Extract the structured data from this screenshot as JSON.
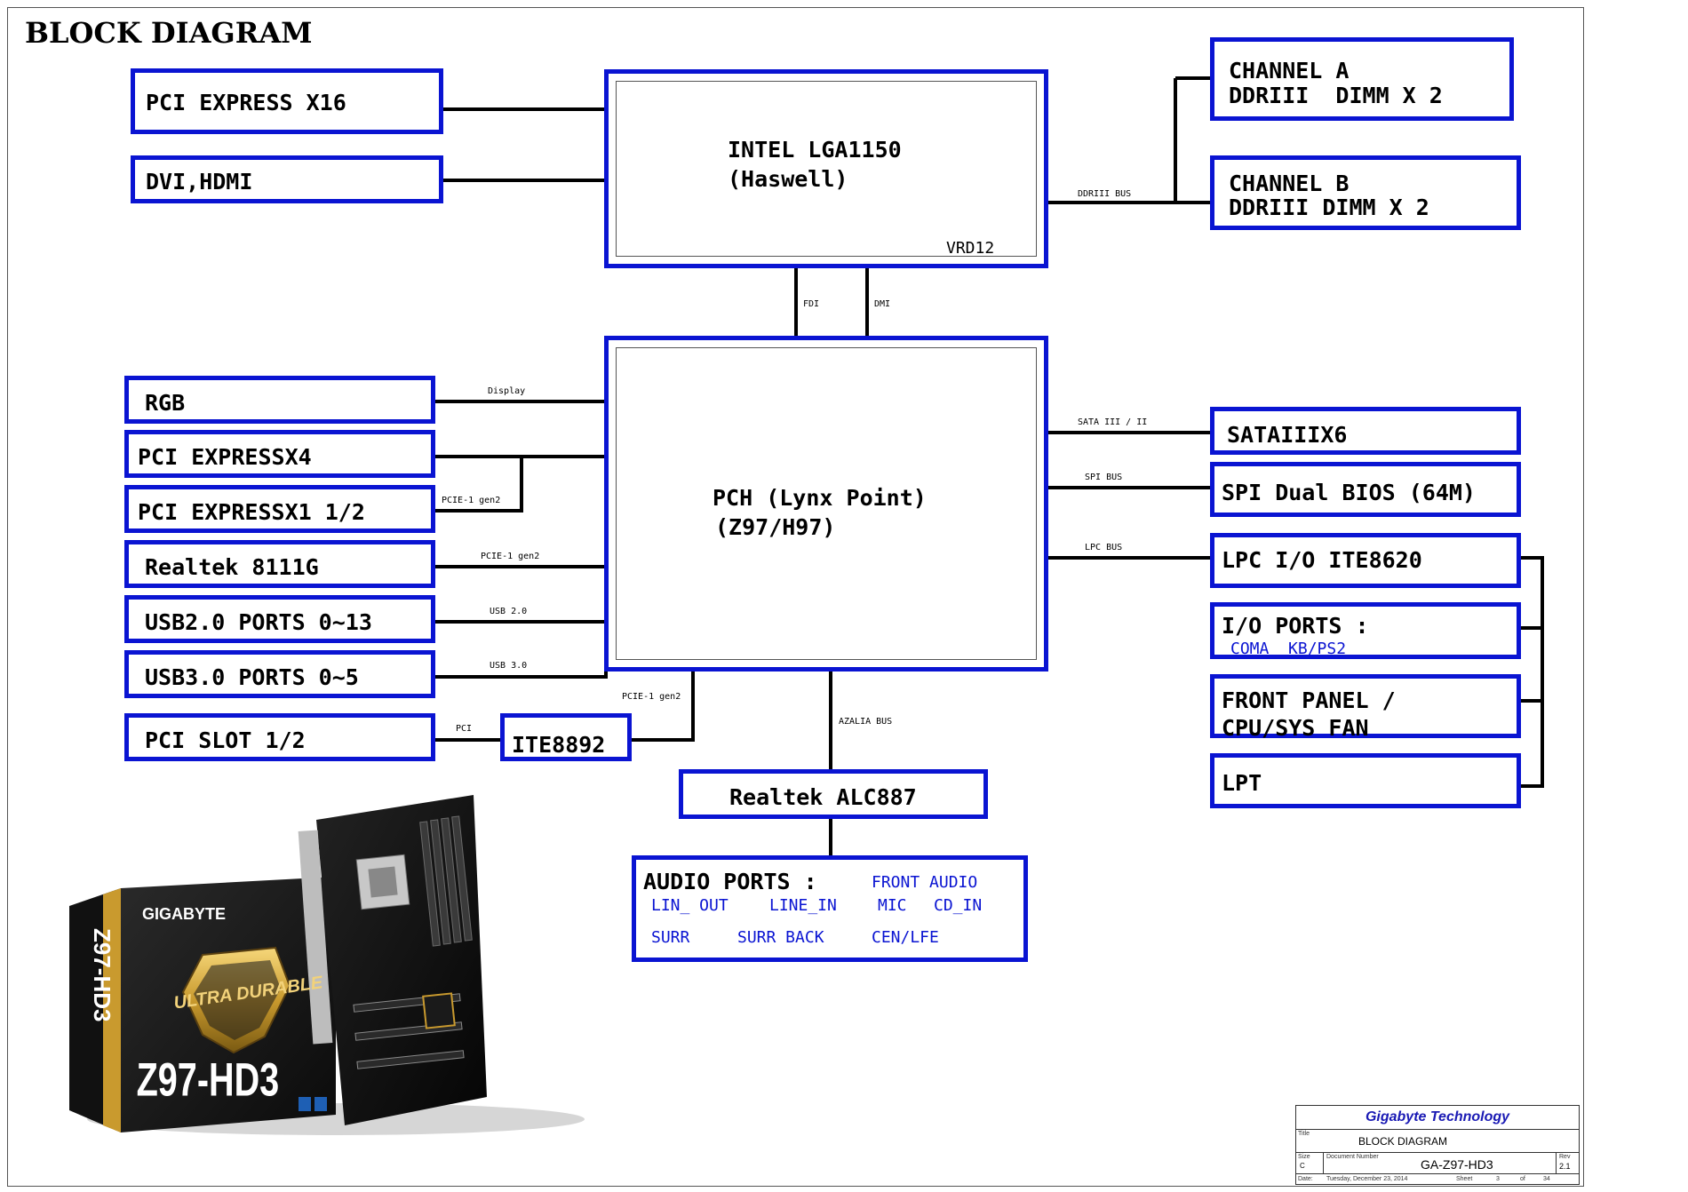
{
  "title": "BLOCK DIAGRAM",
  "colors": {
    "box_border": "#0a14d2",
    "wire": "#000000",
    "sub_text": "#0a14d2",
    "company": "#1a1ab4"
  },
  "cpu": {
    "line1": "INTEL LGA1150",
    "line2": "(Haswell)",
    "vrd": "VRD12"
  },
  "pch": {
    "line1": "PCH (Lynx Point)",
    "line2": "(Z97/H97)"
  },
  "memory": {
    "channel_a": {
      "line1": "CHANNEL A",
      "line2": "DDRIII  DIMM X 2"
    },
    "channel_b": {
      "line1": "CHANNEL B",
      "line2": "DDRIII DIMM X 2"
    }
  },
  "left_blocks": {
    "pcie_x16": "PCI EXPRESS X16",
    "dvi_hdmi": "DVI,HDMI",
    "rgb": "RGB",
    "pcie_x4": "PCI EXPRESSX4",
    "pcie_x1": "PCI EXPRESSX1 1/2",
    "lan": "Realtek 8111G",
    "usb2": "USB2.0 PORTS 0~13",
    "usb3": "USB3.0 PORTS 0~5",
    "pci_slot": "PCI SLOT 1/2",
    "ite8892": "ITE8892"
  },
  "right_blocks": {
    "sata": "SATAIIIX6",
    "spi": "SPI Dual BIOS (64M)",
    "lpc_io": "LPC I/O ITE8620",
    "io_ports": {
      "line1": "I/O PORTS :",
      "sub": "COMA  KB/PS2"
    },
    "front_panel": {
      "line1": "FRONT PANEL /",
      "line2": "CPU/SYS FAN"
    },
    "lpt": "LPT"
  },
  "audio": {
    "codec": "Realtek ALC887",
    "ports_label": "AUDIO PORTS :",
    "front_audio": "FRONT AUDIO",
    "row1": [
      "LIN_ OUT",
      "LINE_IN",
      "MIC",
      "CD_IN"
    ],
    "row2": [
      "SURR",
      "SURR BACK",
      "CEN/LFE"
    ]
  },
  "bus_labels": {
    "ddriii": "DDRIII BUS",
    "fdi": "FDI",
    "dmi": "DMI",
    "display": "Display",
    "pcie_gen2_a": "PCIE-1 gen2",
    "pcie_gen2_b": "PCIE-1 gen2",
    "pcie_gen2_c": "PCIE-1 gen2",
    "usb20": "USB 2.0",
    "usb30": "USB 3.0",
    "pci": "PCI",
    "azalia": "AZALIA BUS",
    "sata": "SATA III / II",
    "spi": "SPI BUS",
    "lpc": "LPC BUS"
  },
  "product": {
    "brand": "GIGABYTE",
    "model": "Z97-HD3",
    "badge": "ULTRA DURABLE"
  },
  "title_block": {
    "company": "Gigabyte Technology",
    "title_label": "Title",
    "title": "BLOCK DIAGRAM",
    "size_label": "Size",
    "size": "C",
    "docnum_label": "Document Number",
    "docnum": "GA-Z97-HD3",
    "rev_label": "Rev",
    "rev": "2.1",
    "date_label": "Date:",
    "date": "Tuesday, December 23, 2014",
    "sheet_label": "Sheet",
    "sheet": "3",
    "of_label": "of",
    "total": "34"
  }
}
